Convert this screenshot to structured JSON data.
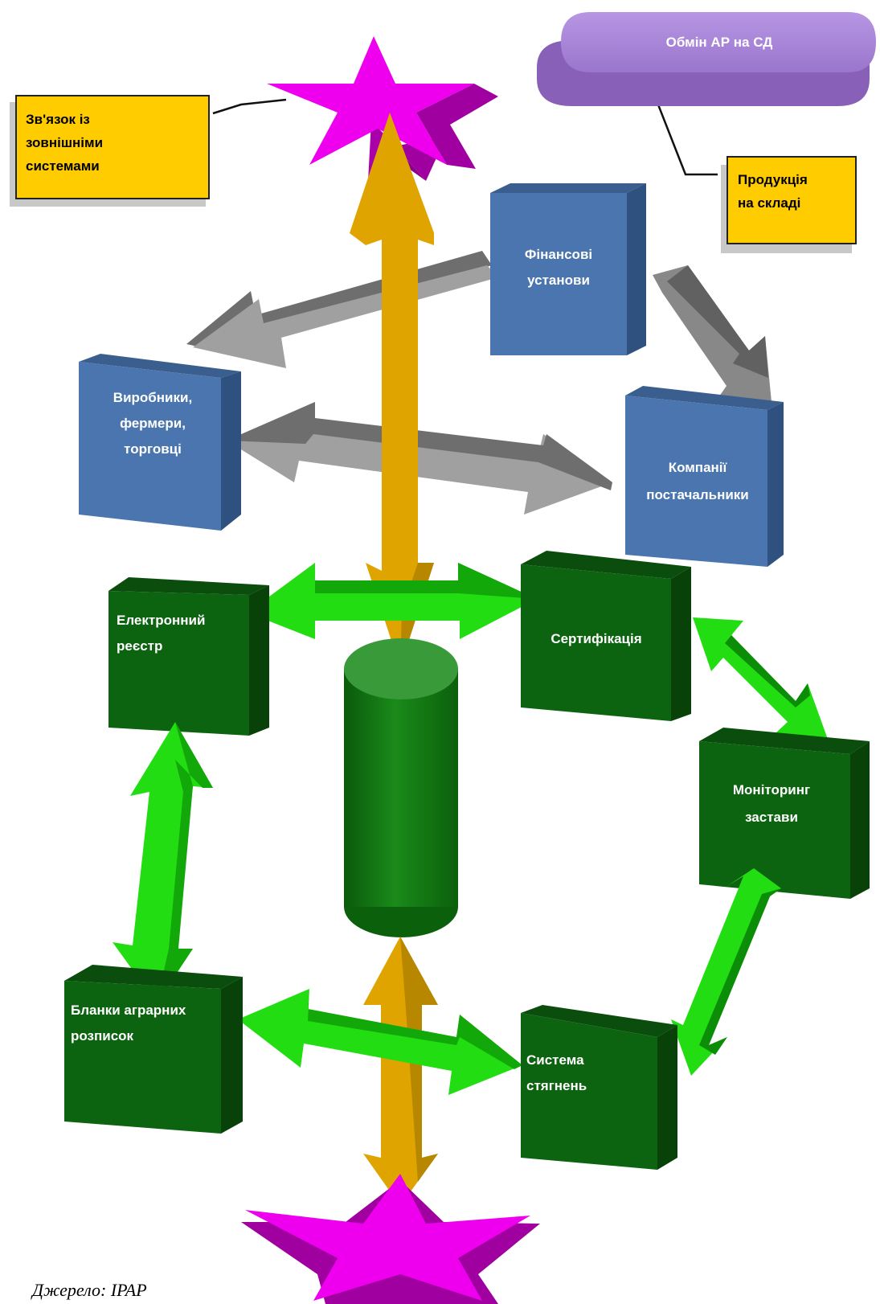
{
  "diagram": {
    "external_note": [
      "Зв'язок із",
      "зовнішніми",
      "системами"
    ],
    "exchange_pill": "Обмін АР на СД",
    "stock_note": [
      "Продукція",
      "на складі"
    ],
    "blue_boxes": {
      "financial": [
        "Фінансові",
        "установи"
      ],
      "producers": [
        "Виробники,",
        "фермери,",
        "торговці"
      ],
      "suppliers": [
        "Компанії",
        "постачальники"
      ]
    },
    "green_boxes": {
      "registry": [
        "Електронний",
        "реєстр"
      ],
      "certification": [
        "Сертифікація"
      ],
      "monitoring": [
        "Моніторинг",
        "застави"
      ],
      "forms": [
        "Бланки аграрних",
        "розписок"
      ],
      "recovery": [
        "Система",
        "стягнень"
      ]
    },
    "colors": {
      "gold_arrow": "#e0a400",
      "gray_arrow": "#8a8a8a",
      "green_arrow": "#22dd11",
      "blue_box": "#4a75ae",
      "green_box": "#0d6410",
      "star": "#ee00ee",
      "note": "#ffcc00",
      "pill": "#a884d8"
    }
  },
  "source": "Джерело: IPAP"
}
